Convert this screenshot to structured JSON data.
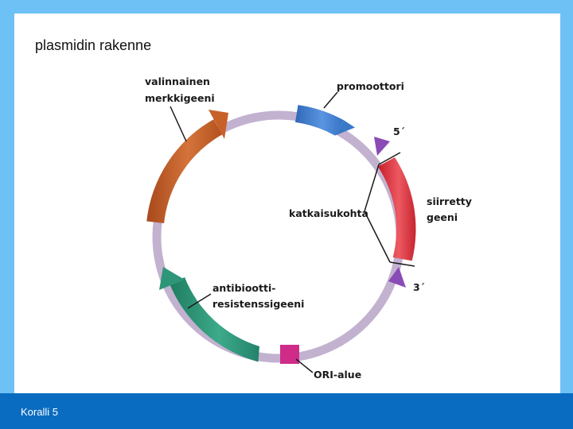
{
  "slide": {
    "title": "plasmidin rakenne",
    "footer": "Koralli 5"
  },
  "diagram": {
    "labels": {
      "marker_gene_line1": "valinnainen",
      "marker_gene_line2": "merkkigeeni",
      "promoter": "promoottori",
      "five_prime": "5´",
      "cut_site": "katkaisukohta",
      "inserted_gene_line1": "siirretty",
      "inserted_gene_line2": "geeni",
      "three_prime": "3´",
      "resistance_gene_line1": "antibiootti-",
      "resistance_gene_line2": "resistenssigeeni",
      "ori": "ORI-alue"
    },
    "colors": {
      "ring": "#c2b2d0",
      "promoter": "#3f7fd0",
      "marker_gene": "#c8602a",
      "inserted_gene": "#e0343d",
      "resistance_gene": "#2e9678",
      "ori": "#cf2c8a",
      "restriction_arrow": "#8a4bb6"
    }
  }
}
